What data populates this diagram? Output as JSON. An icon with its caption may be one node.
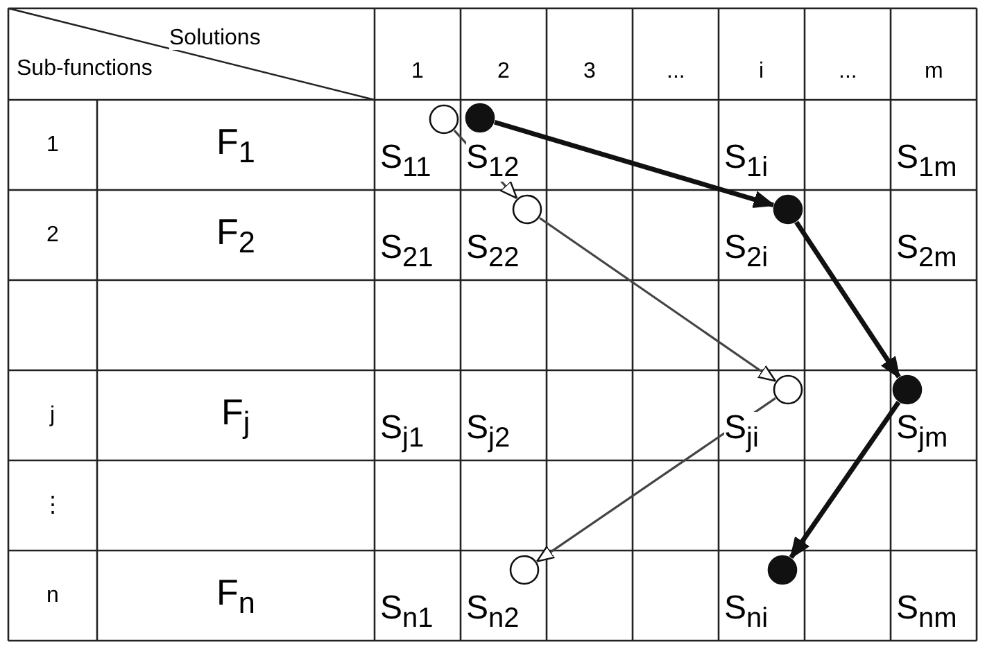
{
  "diagram": {
    "nodes": [
      {
        "text": [],
        "shape": "circle"
      },
      {
        "text": [],
        "shape": "circle"
      },
      {
        "text": [],
        "shape": "circle"
      },
      {
        "text": [],
        "shape": "circle"
      },
      {
        "text": [],
        "shape": "circle"
      },
      {
        "text": [],
        "shape": "circle"
      },
      {
        "text": [],
        "shape": "circle"
      },
      {
        "text": [],
        "shape": "circle"
      }
    ],
    "edges": [
      {
        "from": 0,
        "to": 2,
        "arrow": "to"
      },
      {
        "from": 2,
        "to": 4,
        "arrow": "to"
      },
      {
        "from": 4,
        "to": 6,
        "arrow": "to"
      },
      {
        "from": 1,
        "to": 3,
        "arrow": "to",
        "style": "thick"
      },
      {
        "from": 3,
        "to": 5,
        "arrow": "to",
        "style": "thick"
      },
      {
        "from": 5,
        "to": 7,
        "arrow": "to",
        "style": "thick"
      }
    ],
    "labels": [
      "Solutions",
      "Sub-functions",
      "1",
      "2",
      "3",
      "...",
      "i",
      "...",
      "m",
      "1",
      "F$_{1}$",
      "S$_{11}$",
      "S$_{12}$",
      "S$_{1i}$",
      "S$_{1m}$",
      "2",
      "F$_{2}$",
      "S$_{21}$",
      "S$_{22}$",
      "S$_{2i}$",
      "S$_{2m}$",
      "j",
      "F$_{j}$",
      "S$_{j1}$",
      "S$_{j2}$",
      "S$_{ji}$",
      "S$_{jm}$",
      "⋮",
      "n",
      "F$_{n}$",
      "S$_{n1}$",
      "S$_{n2}$",
      "S$_{ni}$",
      "S$_{nm}$"
    ]
  }
}
